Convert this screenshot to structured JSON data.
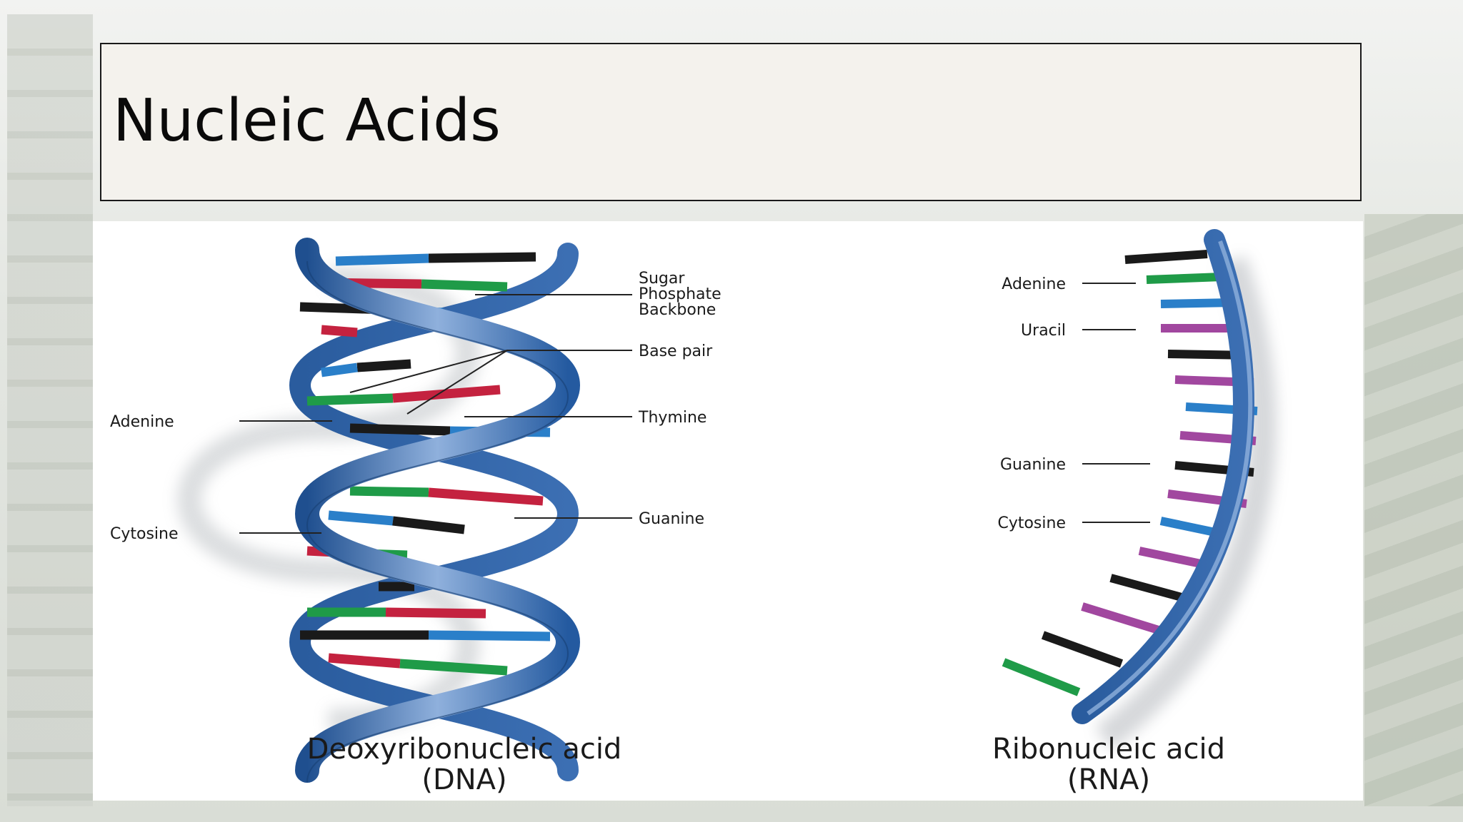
{
  "slide": {
    "title": "Nucleic Acids"
  },
  "dna": {
    "labels": {
      "sugar_phosphate": [
        "Sugar",
        "Phosphate",
        "Backbone"
      ],
      "base_pair": "Base pair",
      "thymine": "Thymine",
      "guanine": "Guanine",
      "adenine": "Adenine",
      "cytosine": "Cytosine"
    },
    "caption": [
      "Deoxyribonucleic acid",
      "(DNA)"
    ]
  },
  "rna": {
    "labels": {
      "adenine": "Adenine",
      "uracil": "Uracil",
      "guanine": "Guanine",
      "cytosine": "Cytosine"
    },
    "caption": [
      "Ribonucleic acid",
      "(RNA)"
    ]
  },
  "colors": {
    "backbone": "#2d63a8",
    "backbone_light": "#8fb0dc",
    "adenine": "#1a1a1a",
    "thymine": "#2a7fc9",
    "guanine": "#1f9b48",
    "cytosine": "#c4223f",
    "uracil": "#a1479f"
  }
}
